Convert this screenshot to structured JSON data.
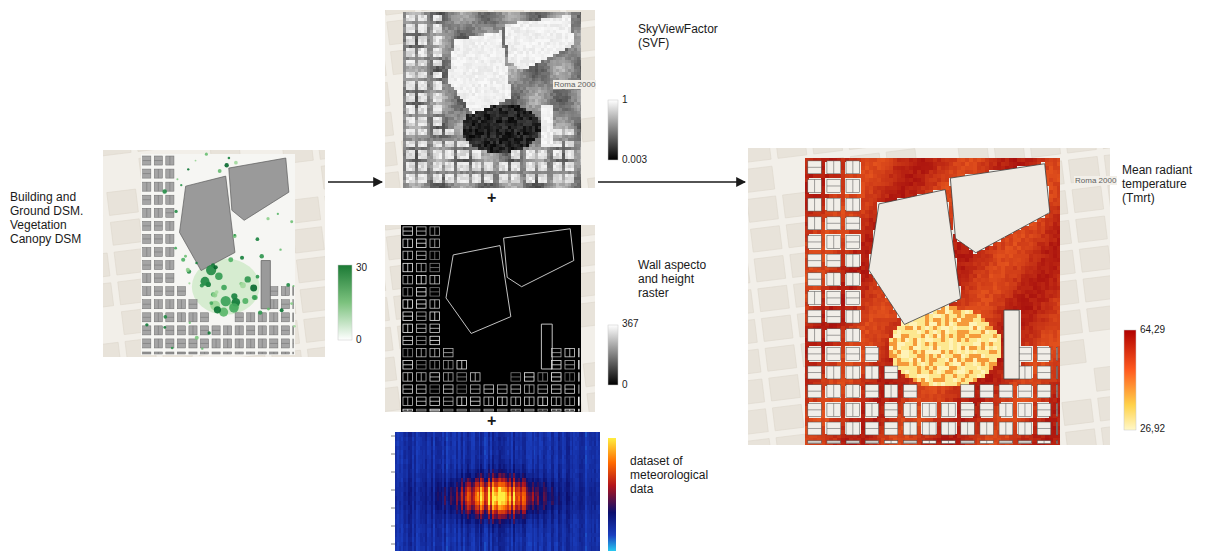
{
  "diagram": {
    "nodes": [
      {
        "text": [
          "Building and Ground DSM. Vegetation Canopy DSM"
        ]
      },
      {
        "text": [
          "SkyViewFactor (SVF)"
        ]
      },
      {
        "text": [
          "Wall aspecto and height raster"
        ]
      },
      {
        "text": [
          "dataset of meteorological data"
        ]
      },
      {
        "text": [
          "Mean radiant temperature (Tmrt)"
        ]
      }
    ],
    "edges": [
      {
        "from": 0,
        "to": 1,
        "arrow": "to"
      },
      {
        "from": 1,
        "to": 4,
        "arrow": "to"
      }
    ],
    "labels": [
      "30",
      "0",
      "Roma 2000",
      "1",
      "0.003",
      "+",
      "367",
      "0",
      "+",
      "Roma 2000",
      "64,29",
      "26,92"
    ]
  }
}
